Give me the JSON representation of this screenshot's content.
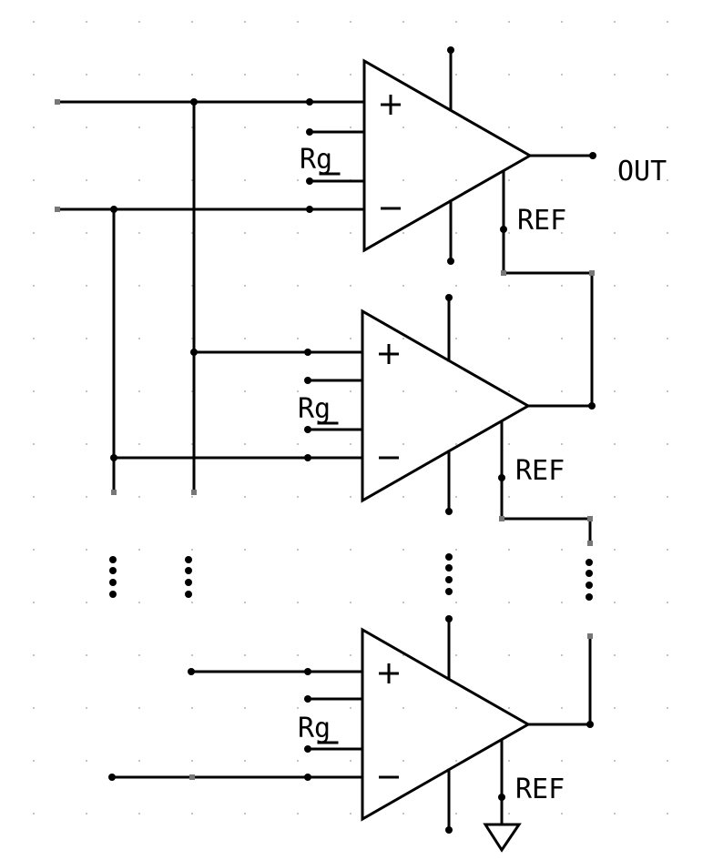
{
  "diagram": {
    "output_label": "OUT",
    "amplifiers": [
      {
        "plus_label": "+",
        "minus_label": "−",
        "gain_label": "Rg",
        "ref_label": "REF"
      },
      {
        "plus_label": "+",
        "minus_label": "−",
        "gain_label": "Rg",
        "ref_label": "REF"
      },
      {
        "plus_label": "+",
        "minus_label": "−",
        "gain_label": "Rg",
        "ref_label": "REF"
      }
    ],
    "ref_termination": "ground-symbol"
  }
}
